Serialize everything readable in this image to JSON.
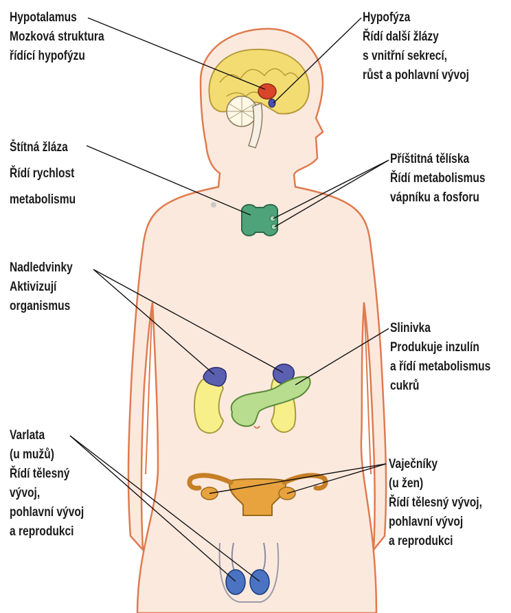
{
  "labels": {
    "hypothalamus": {
      "name": "Hypotalamus",
      "lines": [
        "Mozková struktura",
        "řídící hypofýzu"
      ]
    },
    "pituitary": {
      "name": "Hypofýza",
      "lines": [
        "Řídí další žlázy",
        "s vnitřní sekrecí,",
        "růst a pohlavní vývoj"
      ]
    },
    "thyroid": {
      "name": "Štítná žláza",
      "lines": [
        "Řídí rychlost",
        "metabolismu"
      ]
    },
    "parathyroid": {
      "name": "Příštitná tělíska",
      "lines": [
        "Řídí metabolismus",
        "vápníku a fosforu"
      ]
    },
    "adrenals": {
      "name": "Nadledvinky",
      "lines": [
        "Aktivizují",
        "organismus"
      ]
    },
    "pancreas": {
      "name": "Slinivka",
      "lines": [
        "Produkuje inzulín",
        "a řídí metabolismus",
        "cukrů"
      ]
    },
    "testes": {
      "name": "Varlata",
      "lines": [
        "(u mužů)",
        "Řídí tělesný",
        "vývoj,",
        "pohlavní vývoj",
        "a reprodukci"
      ]
    },
    "ovaries": {
      "name": "Vaječníky",
      "lines": [
        "(u žen)",
        "Řídí tělesný vývoj,",
        "pohlavní vývoj",
        "a reprodukci"
      ]
    }
  },
  "colors": {
    "body_outline": "#e07a4e",
    "skin": "#fbe9de",
    "brain": "#f3dd73",
    "hypothalamus": "#d9452a",
    "pituitary": "#4b4fa8",
    "thyroid": "#4fa37a",
    "adrenal": "#5a5fb0",
    "kidney": "#f7ef8a",
    "pancreas": "#b9dd8e",
    "reproductive": "#e8a23e",
    "testes": "#4a73c2",
    "leader_line": "#111111"
  }
}
